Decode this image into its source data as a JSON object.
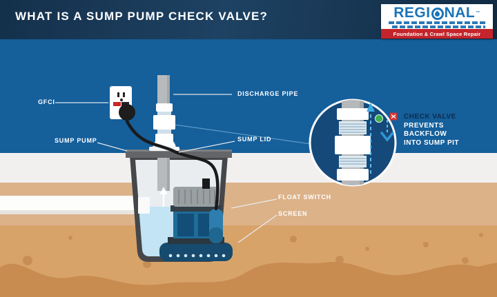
{
  "header": {
    "title": "WHAT IS A SUMP PUMP CHECK VALVE?"
  },
  "logo": {
    "brand_pre": "REGI",
    "brand_post": "NAL",
    "trademark": "™",
    "tagline": "Foundation & Crawl Space Repair"
  },
  "diagram_labels": {
    "gfci": "GFCI",
    "discharge_pipe": "DISCHARGE PIPE",
    "sump_pump": "SUMP PUMP",
    "sump_lid": "SUMP LID",
    "float_switch": "FLOAT SWITCH",
    "screen": "SCREEN"
  },
  "callout": {
    "title": "CHECK VALVE",
    "lines": [
      "PREVENTS",
      "BACKFLOW",
      "INTO SUMP PIT"
    ]
  },
  "colors": {
    "header_bg": "#16334e",
    "scene_blue": "#155f9b",
    "logo_blue": "#1b74b8",
    "logo_red": "#c4242b",
    "slab_white": "#f2f0ee",
    "soil_tan": "#dcb289",
    "soil_orange": "#d8a369",
    "soil_dark_wave": "#c88c50",
    "water": "#c2e4f4",
    "good_flow_green": "#3cae4f",
    "backflow_red": "#d43535"
  }
}
